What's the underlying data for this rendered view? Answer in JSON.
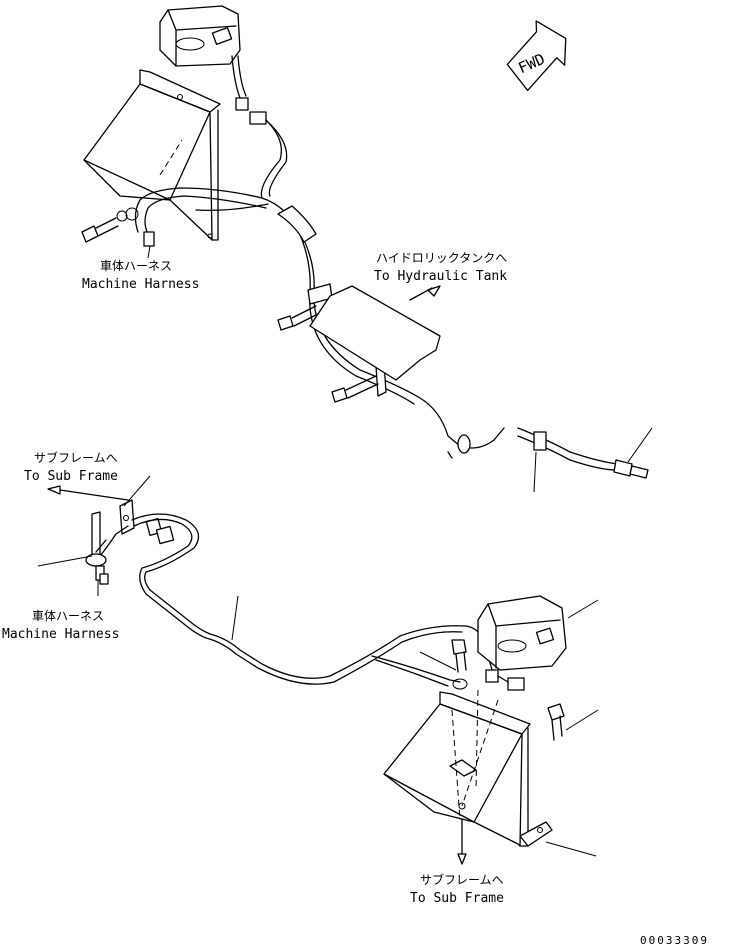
{
  "labels": {
    "machine_harness_top": {
      "jp": "車体ハーネス",
      "en": "Machine Harness"
    },
    "hydraulic_tank": {
      "jp": "ハイドロリックタンクへ",
      "en": "To Hydraulic Tank"
    },
    "sub_frame_left": {
      "jp": "サブフレームへ",
      "en": "To Sub Frame"
    },
    "machine_harness_left": {
      "jp": "車体ハーネス",
      "en": "Machine Harness"
    },
    "sub_frame_bottom": {
      "jp": "サブフレームへ",
      "en": "To Sub Frame"
    }
  },
  "fwd_badge": "FWD",
  "drawing_code": "00033309"
}
